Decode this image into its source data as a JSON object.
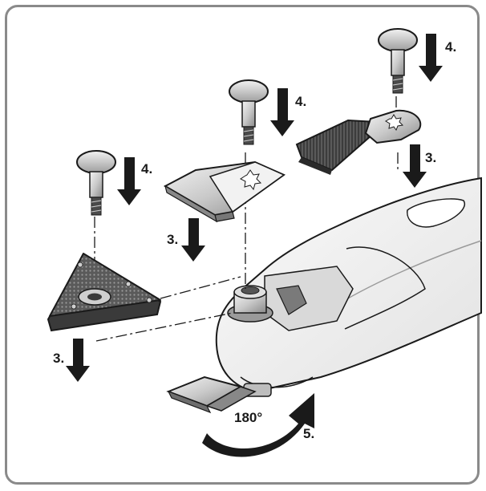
{
  "labels": {
    "step3": "3.",
    "step4": "4.",
    "step5": "5.",
    "angle": "180°"
  },
  "colors": {
    "frame": "#8a8a8a",
    "line": "#1a1a1a",
    "metal_light": "#e6e6e6",
    "metal_mid": "#bdbdbd",
    "metal_dark": "#6e6e6e",
    "abrasive": "#4a4a4a"
  }
}
